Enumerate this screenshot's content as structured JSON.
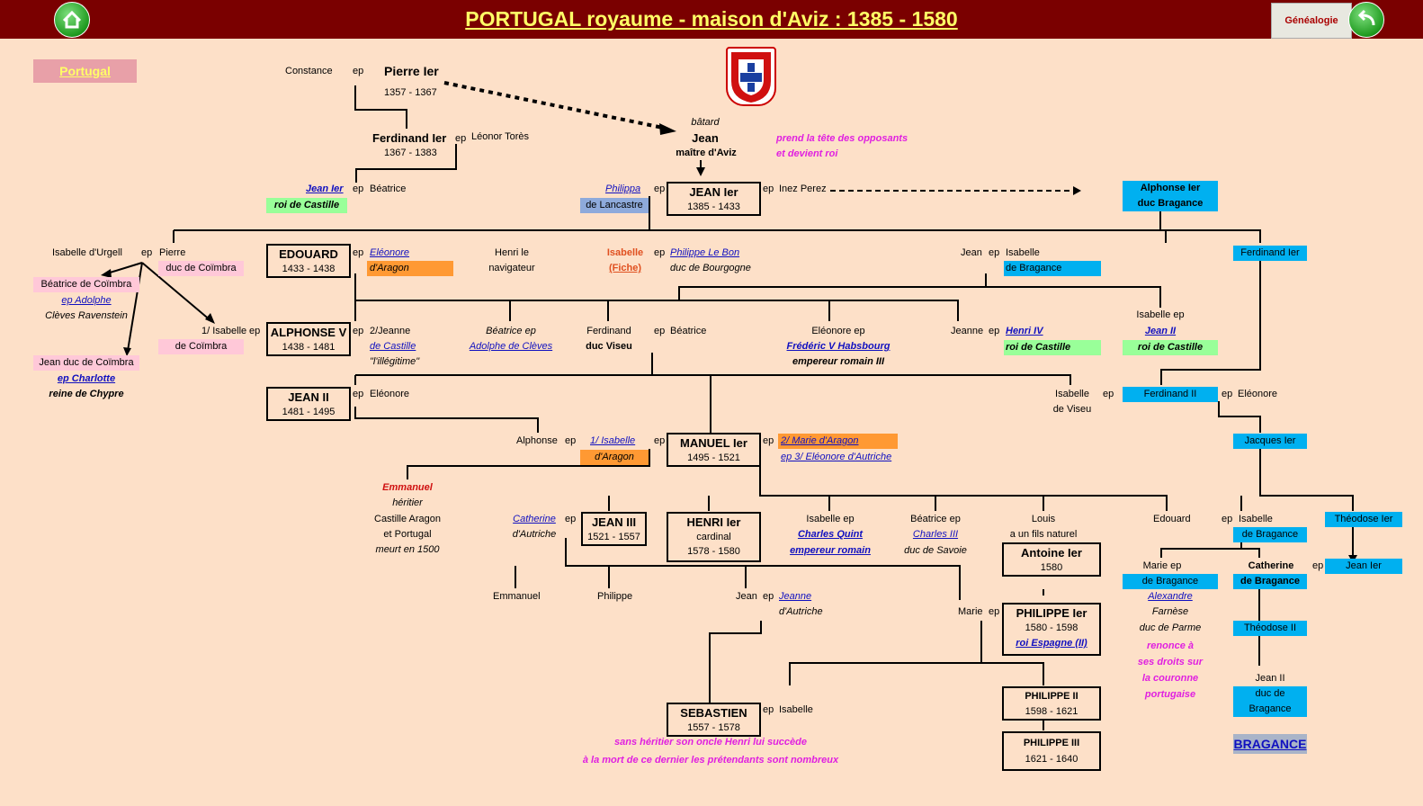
{
  "header": {
    "title": "PORTUGAL royaume - maison d'Aviz : 1385 - 1580",
    "genealogy_label": "Généalogie"
  },
  "nav": {
    "portugal": "Portugal",
    "bragance": "BRAGANCE"
  },
  "ep": "ep",
  "people": {
    "constance": "Constance",
    "pierre1": {
      "name": "Pierre Ier",
      "dates": "1357 - 1367"
    },
    "ferdinand1": {
      "name": "Ferdinand Ier",
      "dates": "1367 - 1383"
    },
    "leonor": "Léonor Torès",
    "jean1_cast": {
      "name": "Jean Ier",
      "title": "roi de Castille"
    },
    "beatrice1": "Béatrice",
    "batard": {
      "label": "bâtard",
      "name": "Jean",
      "title": "maître d'Aviz"
    },
    "note_opposants": [
      "prend la tête des opposants",
      "et devient roi"
    ],
    "philippa": {
      "name": "Philippa",
      "title": "de Lancastre"
    },
    "jean1": {
      "name": "JEAN Ier",
      "dates": "1385 - 1433"
    },
    "inez": "Inez Perez",
    "alphonse_brag": [
      "Alphonse Ier",
      "duc Bragance"
    ],
    "isabelle_urgell": "Isabelle d'Urgell",
    "pierre_coimbra": {
      "name": "Pierre",
      "title": "duc de Coïmbra"
    },
    "beatrice_coimbra": [
      "Béatrice de Coïmbra",
      "ep Adolphe",
      "Clèves Ravenstein"
    ],
    "jean_coimbra": [
      "Jean duc de Coïmbra",
      "ep Charlotte",
      "reine de Chypre"
    ],
    "isabelle_coimbra": [
      "1/ Isabelle",
      "de Coïmbra"
    ],
    "edouard": {
      "name": "EDOUARD",
      "dates": "1433 - 1438"
    },
    "eleonore_aragon": [
      "Eléonore",
      "d'Aragon"
    ],
    "henri_nav": [
      "Henri le",
      "navigateur"
    ],
    "isabelle_fiche": [
      "Isabelle",
      "(Fiche)"
    ],
    "philippe_bon": [
      "Philippe Le Bon",
      "duc de Bourgogne"
    ],
    "jean_duke": "Jean",
    "isabelle_brag": [
      "Isabelle",
      "de Bragance"
    ],
    "ferdinand1_blue": "Ferdinand Ier",
    "alphonse5": {
      "name": "ALPHONSE V",
      "dates": "1438 - 1481"
    },
    "jeanne_cast": [
      "2/Jeanne",
      "de Castille",
      "\"l'illégitime\""
    ],
    "beatrice_adolphe": [
      "Béatrice ep",
      "Adolphe de Clèves"
    ],
    "ferdinand_viseu": [
      "Ferdinand",
      "duc Viseu"
    ],
    "beatrice2": "Béatrice",
    "eleonore_ep": [
      "Eléonore ep",
      "Frédéric V Habsbourg",
      "empereur romain III"
    ],
    "jeanne": "Jeanne",
    "henri4": [
      "Henri IV",
      "roi de Castille"
    ],
    "isabelle_jean2": [
      "Isabelle ep",
      "Jean II",
      "roi de Castille"
    ],
    "jean2": {
      "name": "JEAN II",
      "dates": "1481 - 1495"
    },
    "eleonore2": "Eléonore",
    "isabelle_viseu": [
      "Isabelle",
      "de Viseu"
    ],
    "ferdinand2_blue": "Ferdinand II",
    "eleonore3": "Eléonore",
    "alphonse": "Alphonse",
    "isabelle_aragon": [
      "1/ Isabelle",
      "d'Aragon"
    ],
    "manuel1": {
      "name": "MANUEL Ier",
      "dates": "1495 - 1521"
    },
    "marie_aragon": "2/ Marie d'Aragon",
    "eleonore_autriche": "ep 3/ Eléonore d'Autriche",
    "jacques1": "Jacques Ier",
    "emmanuel": [
      "Emmanuel",
      "héritier",
      "Castille Aragon",
      "et Portugal",
      "meurt en 1500"
    ],
    "catherine_autr": [
      "Catherine",
      "d'Autriche"
    ],
    "jean3": {
      "name": "JEAN III",
      "dates": "1521 - 1557"
    },
    "henri1": {
      "name": "HENRI Ier",
      "title": "cardinal",
      "dates": "1578 - 1580"
    },
    "isabelle_quint": [
      "Isabelle ep",
      "Charles Quint",
      "empereur romain"
    ],
    "beatrice_savoie": [
      "Béatrice ep",
      "Charles III",
      "duc de Savoie"
    ],
    "louis": [
      "Louis",
      "a un fils naturel"
    ],
    "antoine1": {
      "name": "Antoine Ier",
      "dates": "1580"
    },
    "edouard2": "Edouard",
    "isabelle3": "Isabelle",
    "de_bragance": "de Bragance",
    "theodose1": "Théodose Ier",
    "emmanuel2": "Emmanuel",
    "philippe": "Philippe",
    "jean_prince": "Jean",
    "jeanne_autr": [
      "Jeanne",
      "d'Autriche"
    ],
    "marie": "Marie",
    "philippe1": {
      "name": "PHILIPPE Ier",
      "dates": "1580 - 1598",
      "title": "roi Espagne (II)"
    },
    "marie_brag": [
      "Marie ep",
      "de Bragance",
      "Alexandre",
      "Farnèse",
      "duc de Parme"
    ],
    "catherine_brag": [
      "Catherine",
      "de Bragance"
    ],
    "jean1_blue": "Jean Ier",
    "renonce": [
      "renonce à",
      "ses droits sur",
      "la couronne",
      "portugaise"
    ],
    "theodose2": "Théodose II",
    "jean2_brag": [
      "Jean II",
      "duc de Bragance"
    ],
    "sebastien": {
      "name": "SEBASTIEN",
      "dates": "1557 - 1578"
    },
    "isabelle4": "Isabelle",
    "note_sebastien": [
      "sans héritier son oncle Henri lui succède",
      "à la mort de ce dernier les prétendants sont nombreux"
    ],
    "philippe2": {
      "name": "PHILIPPE II",
      "dates": "1598 - 1621"
    },
    "philippe3": {
      "name": "PHILIPPE III",
      "dates": "1621 - 1640"
    }
  },
  "colors": {
    "title_bar": "#7a0000",
    "title_text": "#ffff66",
    "background": "#fde0c8",
    "bragance_blue": "#00b0f0",
    "castille_green": "#99ff99",
    "highlight_pink": "#ffc8d8",
    "aragon_orange": "#ff9933",
    "link_blue": "#1010c0",
    "note_magenta": "#e020e0"
  }
}
